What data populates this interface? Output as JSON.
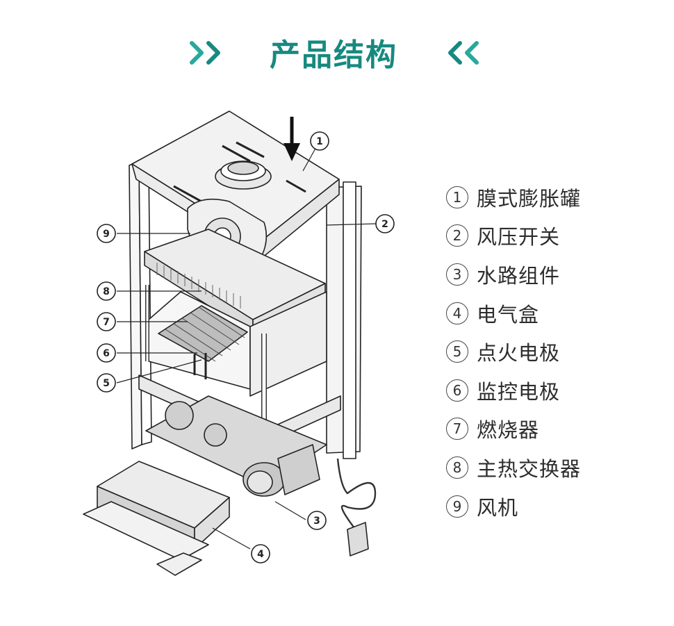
{
  "header": {
    "title": "产品结构"
  },
  "legend": {
    "items": [
      {
        "num": "1",
        "label": "膜式膨胀罐"
      },
      {
        "num": "2",
        "label": "风压开关"
      },
      {
        "num": "3",
        "label": "水路组件"
      },
      {
        "num": "4",
        "label": "电气盒"
      },
      {
        "num": "5",
        "label": "点火电极"
      },
      {
        "num": "6",
        "label": "监控电极"
      },
      {
        "num": "7",
        "label": "燃烧器"
      },
      {
        "num": "8",
        "label": "主热交换器"
      },
      {
        "num": "9",
        "label": "风机"
      }
    ]
  },
  "callouts": [
    {
      "num": "1"
    },
    {
      "num": "2"
    },
    {
      "num": "3"
    },
    {
      "num": "4"
    },
    {
      "num": "5"
    },
    {
      "num": "6"
    },
    {
      "num": "7"
    },
    {
      "num": "8"
    },
    {
      "num": "9"
    }
  ],
  "colors": {
    "title": "#17897f",
    "line": "#222222"
  }
}
